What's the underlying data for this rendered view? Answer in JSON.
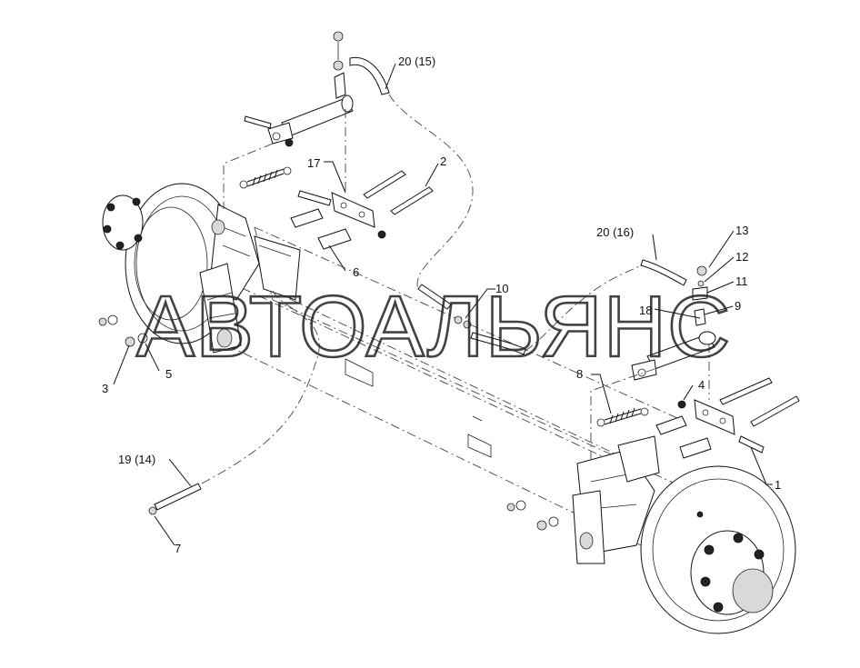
{
  "watermark": "АВТОАЛЬЯНС",
  "callouts": {
    "c1": "1",
    "c2": "2",
    "c3": "3",
    "c4": "4",
    "c5": "5",
    "c6": "6",
    "c7": "7",
    "c8": "8",
    "c9": "9",
    "c10": "10",
    "c11": "11",
    "c12": "12",
    "c13": "13",
    "c17": "17",
    "c18": "18",
    "c19_14": "19 (14)",
    "c20_15": "20 (15)",
    "c20_16": "20 (16)"
  },
  "colors": {
    "line": "#111111",
    "background": "#ffffff"
  }
}
